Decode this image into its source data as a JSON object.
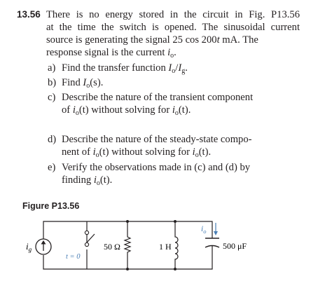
{
  "problem": {
    "number": "13.56",
    "stmt_l1": "There is no energy stored in the circuit in Fig. P13.56",
    "stmt_l2": "at the time the switch is opened. The sinusoidal current",
    "stmt_l3": "source is generating the signal 25 cos 200",
    "stmt_l3_t": "t",
    "stmt_l3_end": " mA. The",
    "stmt_l4": "response signal is the current ",
    "stmt_l4_var": "i",
    "stmt_l4_sub": "o",
    "stmt_l4_end": "."
  },
  "parts": {
    "a_label": "a)",
    "a_text": "Find the transfer function ",
    "a_num": "I",
    "a_num_sub": "o",
    "a_slash": "/",
    "a_den": "I",
    "a_den_sub": "g",
    "a_end": ".",
    "b_label": "b)",
    "b_text": "Find ",
    "b_var": "I",
    "b_var_sub": "o",
    "b_arg": "(s)",
    "b_end": ".",
    "c_label": "c)",
    "c_l1": "Describe the nature of the transient component",
    "c_l2_pre": "of ",
    "c_l2_var": "i",
    "c_l2_sub": "o",
    "c_l2_arg": "(t)",
    "c_l2_mid": " without solving for ",
    "c_l2_var2": "i",
    "c_l2_sub2": "o",
    "c_l2_arg2": "(t)",
    "c_l2_end": ".",
    "d_label": "d)",
    "d_l1": "Describe the nature of the steady-state compo-",
    "d_l2_pre": "nent of ",
    "d_l2_var": "i",
    "d_l2_sub": "o",
    "d_l2_arg": "(t)",
    "d_l2_mid": " without solving for ",
    "d_l2_var2": "i",
    "d_l2_sub2": "o",
    "d_l2_arg2": "(t)",
    "d_l2_end": ".",
    "e_label": "e)",
    "e_l1": "Verify the observations made in (c) and (d) by",
    "e_l2_pre": "finding ",
    "e_l2_var": "i",
    "e_l2_sub": "o",
    "e_l2_arg": "(t)",
    "e_l2_end": "."
  },
  "figure": {
    "label": "Figure P13.56",
    "source_var": "i",
    "source_sub": "g",
    "switch_label": "t = 0",
    "resistor": "50 Ω",
    "inductor": "1 H",
    "output_var": "i",
    "output_sub": "o",
    "capacitor": "500 μF",
    "wire_color": "#231f20",
    "accent_color": "#4a7fb5"
  }
}
